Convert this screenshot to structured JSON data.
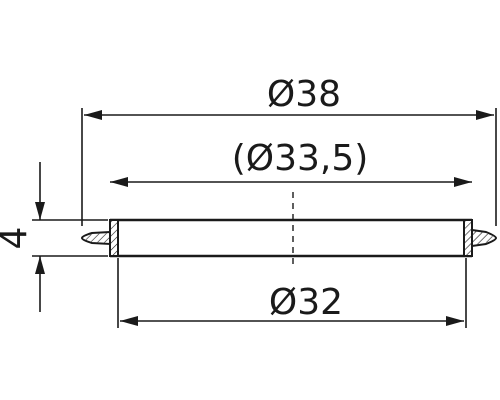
{
  "drawing": {
    "dimensions": {
      "outer_diameter": "Ø38",
      "reference_diameter": "(Ø33,5)",
      "inner_diameter": "Ø32",
      "height": "4"
    },
    "colors": {
      "line": "#1a1a1a",
      "background": "#ffffff",
      "hatch": "#1a1a1a"
    }
  }
}
